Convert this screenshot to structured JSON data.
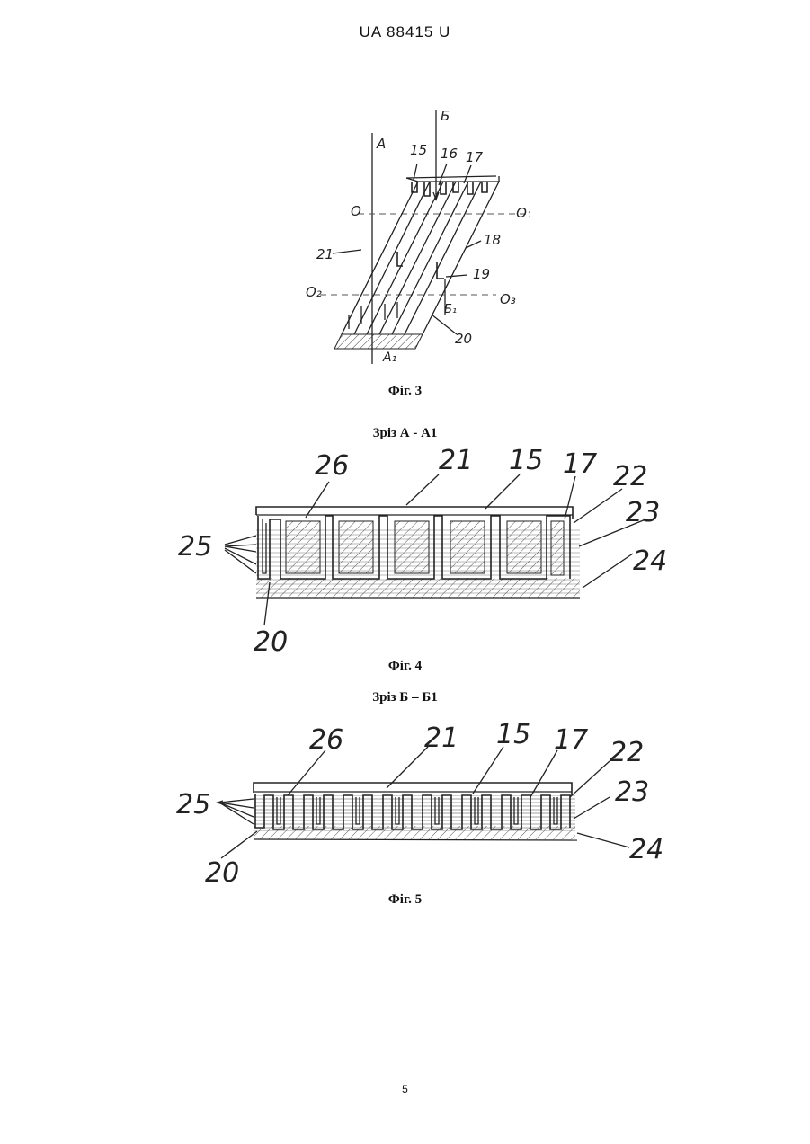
{
  "header": {
    "doc_number": "UA   88415   U"
  },
  "figure3": {
    "caption": "Фіг. 3",
    "labels": {
      "A": "A",
      "A1": "A₁",
      "B": "Б",
      "B1": "Б₁",
      "O": "O",
      "O1": "O₁",
      "O2": "O₂",
      "O3": "O₃",
      "n15": "15",
      "n16": "16",
      "n17": "17",
      "n18": "18",
      "n19": "19",
      "n20": "20",
      "n21": "21"
    }
  },
  "figure4": {
    "section_title": "Зріз А - А1",
    "caption": "Фіг. 4",
    "labels": {
      "n26": "26",
      "n21": "21",
      "n15": "15",
      "n17": "17",
      "n22": "22",
      "n23": "23",
      "n24": "24",
      "n25": "25",
      "n20": "20"
    }
  },
  "figure5": {
    "section_title": "Зріз Б – Б1",
    "caption": "Фіг. 5",
    "labels": {
      "n26": "26",
      "n21": "21",
      "n15": "15",
      "n17": "17",
      "n22": "22",
      "n23": "23",
      "n24": "24",
      "n25": "25",
      "n20": "20"
    }
  },
  "page_number": "5"
}
